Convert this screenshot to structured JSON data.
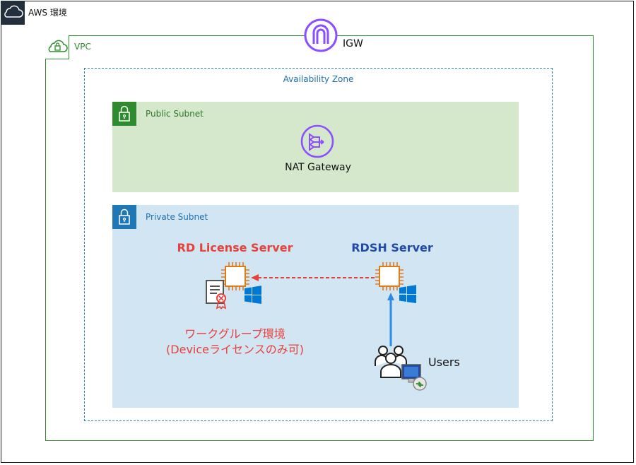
{
  "aws_environment": {
    "label": "AWS 環境"
  },
  "vpc": {
    "label": "VPC"
  },
  "igw": {
    "label": "IGW"
  },
  "availability_zone": {
    "label": "Availability Zone"
  },
  "public_subnet": {
    "label": "Public Subnet",
    "nat_gateway_label": "NAT Gateway"
  },
  "private_subnet": {
    "label": "Private Subnet",
    "rd_license_server": {
      "title": "RD License Server",
      "note_line1": "ワークグループ環境",
      "note_line2": "(Deviceライセンスのみ可)"
    },
    "rdsh_server": {
      "title": "RDSH Server"
    },
    "users": {
      "label": "Users"
    }
  },
  "colors": {
    "vpc_green": "#2e8b2e",
    "az_blue": "#2d7fb8",
    "public_fill": "#d6e8cc",
    "private_fill": "#d1e5f2",
    "purple": "#8c4fff",
    "ec2_orange": "#e07b1a",
    "windows_blue": "#0078d4",
    "red_text": "#e8403a",
    "navy_text": "#1f4aa8",
    "arrow_blue": "#2b8ce6"
  },
  "icons": [
    "cloud-icon",
    "vpc-cloud-lock-icon",
    "lock-icon",
    "igw-icon",
    "nat-gateway-icon",
    "ec2-chip-icon",
    "windows-icon",
    "certificate-icon",
    "users-icon",
    "remote-desktop-icon"
  ]
}
